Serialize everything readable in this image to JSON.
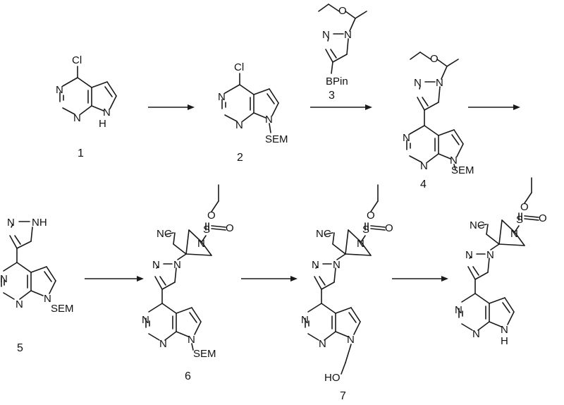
{
  "compounds": [
    {
      "id": "c1",
      "number": "1",
      "groups": {
        "cl": "Cl",
        "n_top": "N",
        "n_bot": "N",
        "nh": "N",
        "h": "H"
      }
    },
    {
      "id": "c2",
      "number": "2",
      "groups": {
        "cl": "Cl",
        "n_top": "N",
        "n_bot": "N",
        "n9": "N",
        "sem": "SEM"
      }
    },
    {
      "id": "c3",
      "number": "3",
      "groups": {
        "o": "O",
        "n1": "N",
        "n2": "N",
        "bpin": "BPin"
      }
    },
    {
      "id": "c4",
      "number": "4",
      "groups": {
        "o": "O",
        "n1": "N",
        "n2": "N",
        "n_top": "N",
        "n_bot": "N",
        "n9": "N",
        "sem": "SEM"
      }
    },
    {
      "id": "c5",
      "number": "5",
      "groups": {
        "nh": "NH",
        "n2": "N",
        "n_top": "N",
        "n_bot": "N",
        "n9": "N",
        "sem": "SEM"
      }
    },
    {
      "id": "c6",
      "number": "6",
      "groups": {
        "cn": "NC",
        "naz": "N",
        "s": "S",
        "o1": "O",
        "o2": "O",
        "n1": "N",
        "n2": "N",
        "n_top": "N",
        "n_bot": "N",
        "n9": "N",
        "sem": "SEM"
      }
    },
    {
      "id": "c7",
      "number": "7",
      "groups": {
        "cn": "NC",
        "naz": "N",
        "s": "S",
        "o1": "O",
        "o2": "O",
        "n1": "N",
        "n2": "N",
        "n_top": "N",
        "n_bot": "N",
        "n9": "N",
        "ho": "HO"
      }
    },
    {
      "id": "c8",
      "number": "",
      "groups": {
        "cn": "NC",
        "naz": "N",
        "s": "S",
        "o1": "O",
        "o2": "O",
        "n1": "N",
        "n2": "N",
        "n_top": "N",
        "n_bot": "N",
        "n9": "N",
        "h": "H"
      }
    }
  ],
  "arrows": [
    "1-to-2",
    "2-to-4",
    "4-to-5",
    "5-to-6",
    "6-to-7",
    "7-to-product"
  ]
}
